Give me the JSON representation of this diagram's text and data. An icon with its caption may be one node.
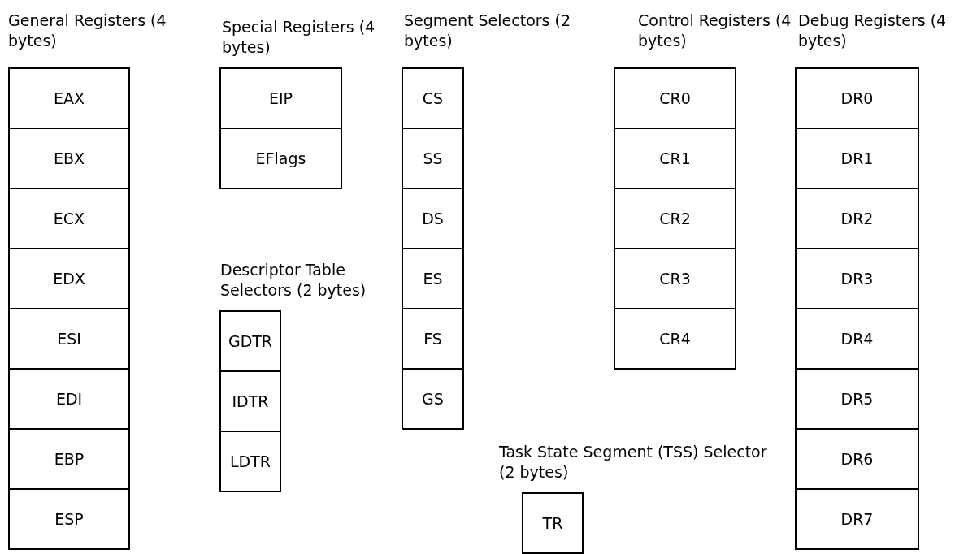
{
  "diagram": {
    "nodes": [
      {
        "text": [
          "General Registers (4 bytes)"
        ]
      },
      {
        "text": [
          "EAX"
        ],
        "in": 0
      },
      {
        "text": [
          "EBX"
        ],
        "in": 0
      },
      {
        "text": [
          "ECX"
        ],
        "in": 0
      },
      {
        "text": [
          "EDX"
        ],
        "in": 0
      },
      {
        "text": [
          "ESI"
        ],
        "in": 0
      },
      {
        "text": [
          "EDI"
        ],
        "in": 0
      },
      {
        "text": [
          "EBP"
        ],
        "in": 0
      },
      {
        "text": [
          "ESP"
        ],
        "in": 0
      },
      {
        "text": [
          "Special Registers (4 bytes)"
        ]
      },
      {
        "text": [
          "EIP"
        ],
        "in": 9
      },
      {
        "text": [
          "EFlags"
        ],
        "in": 9
      },
      {
        "text": [
          "Segment Selectors (2 bytes)"
        ]
      },
      {
        "text": [
          "CS"
        ],
        "in": 12
      },
      {
        "text": [
          "SS"
        ],
        "in": 12
      },
      {
        "text": [
          "DS"
        ],
        "in": 12
      },
      {
        "text": [
          "ES"
        ],
        "in": 12
      },
      {
        "text": [
          "FS"
        ],
        "in": 12
      },
      {
        "text": [
          "GS"
        ],
        "in": 12
      },
      {
        "text": [
          "Control Registers (4 bytes)"
        ]
      },
      {
        "text": [
          "CR0"
        ],
        "in": 19
      },
      {
        "text": [
          "CR1"
        ],
        "in": 19
      },
      {
        "text": [
          "CR2"
        ],
        "in": 19
      },
      {
        "text": [
          "CR3"
        ],
        "in": 19
      },
      {
        "text": [
          "CR4"
        ],
        "in": 19
      },
      {
        "text": [
          "Debug Registers (4 bytes)"
        ]
      },
      {
        "text": [
          "DR0"
        ],
        "in": 25
      },
      {
        "text": [
          "DR1"
        ],
        "in": 25
      },
      {
        "text": [
          "DR2"
        ],
        "in": 25
      },
      {
        "text": [
          "DR3"
        ],
        "in": 25
      },
      {
        "text": [
          "DR4"
        ],
        "in": 25
      },
      {
        "text": [
          "DR5"
        ],
        "in": 25
      },
      {
        "text": [
          "DR6"
        ],
        "in": 25
      },
      {
        "text": [
          "DR7"
        ],
        "in": 25
      },
      {
        "text": [
          "Descriptor Table Selectors (2 bytes)"
        ]
      },
      {
        "text": [
          "GDTR"
        ],
        "in": 34
      },
      {
        "text": [
          "IDTR"
        ],
        "in": 34
      },
      {
        "text": [
          "LDTR"
        ],
        "in": 34
      },
      {
        "text": [
          "Task State Segment (TSS) Selector (2 bytes)"
        ]
      },
      {
        "text": [
          "TR"
        ],
        "in": 38
      }
    ]
  }
}
